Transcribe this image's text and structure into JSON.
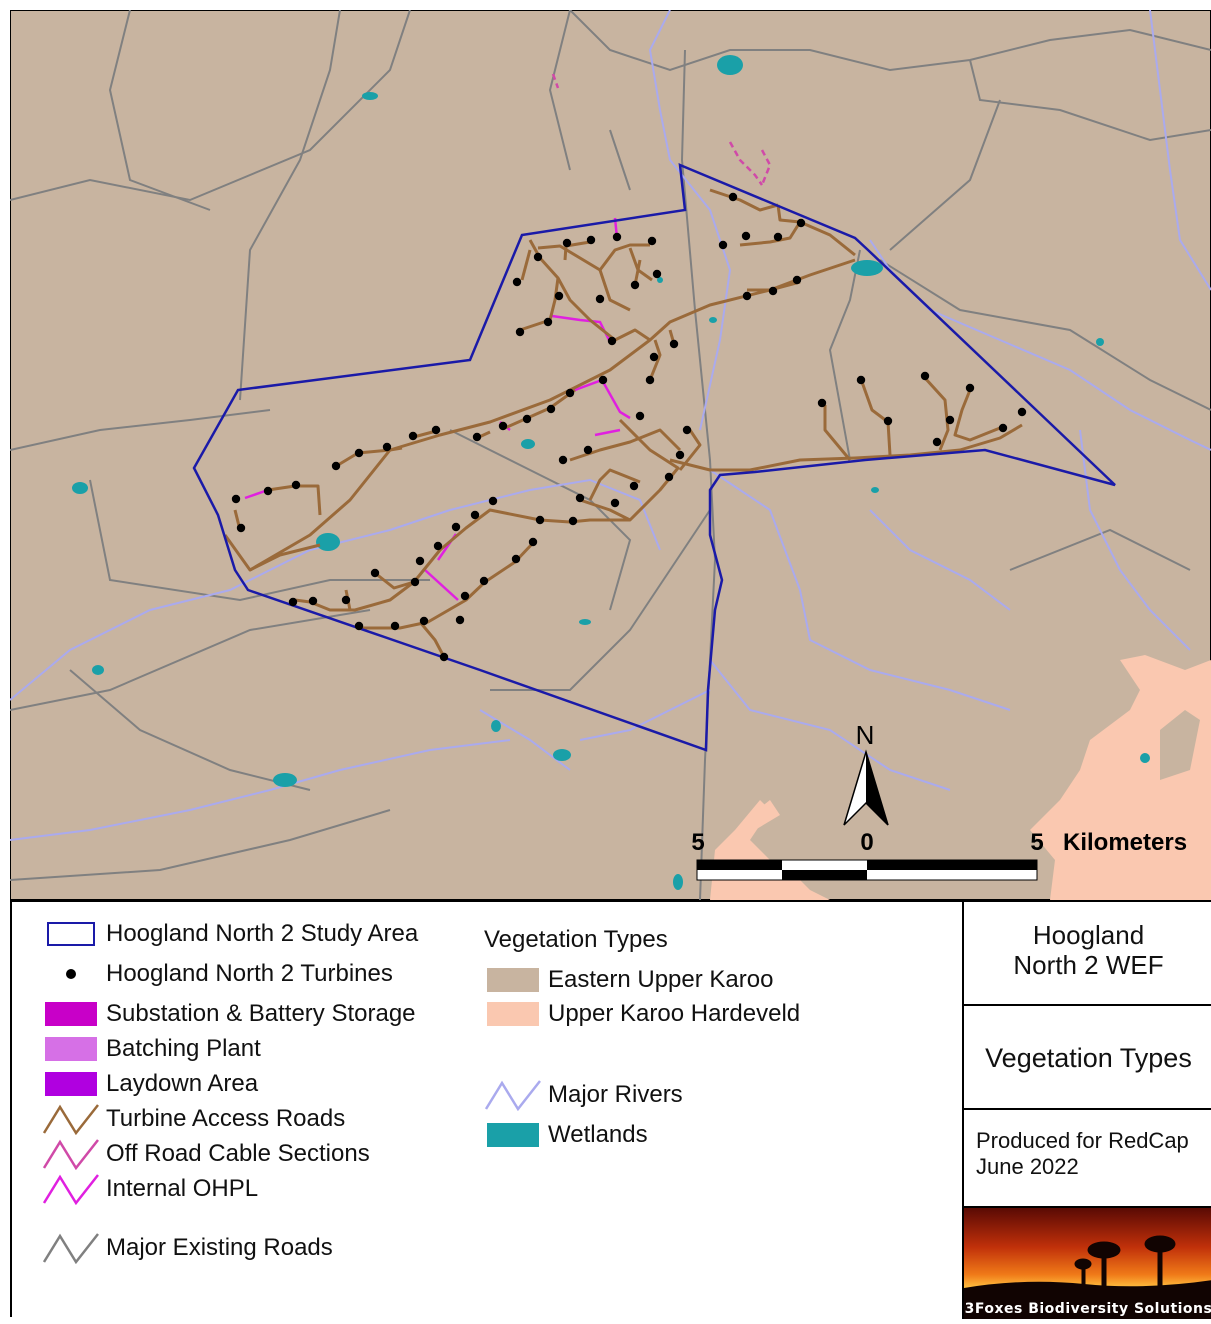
{
  "scale_bar": {
    "left_label": "5",
    "middle_label": "0",
    "right_label": "5",
    "unit": "Kilometers"
  },
  "north_arrow": {
    "label": "N"
  },
  "legend": {
    "items": [
      {
        "label": "Hoogland North 2 Study Area",
        "symbol": "outline-box",
        "color": "#1a1aa8"
      },
      {
        "label": "Hoogland North 2 Turbines",
        "symbol": "dot",
        "color": "#000000"
      },
      {
        "label": "Substation & Battery Storage",
        "symbol": "fill",
        "color": "#c800c8"
      },
      {
        "label": "Batching Plant",
        "symbol": "fill",
        "color": "#d670e6"
      },
      {
        "label": "Laydown Area",
        "symbol": "fill",
        "color": "#b000e0"
      },
      {
        "label": "Turbine Access Roads",
        "symbol": "line",
        "color": "#9a6a3a"
      },
      {
        "label": "Off Road Cable Sections",
        "symbol": "line",
        "color": "#d04aa8"
      },
      {
        "label": "Internal OHPL",
        "symbol": "line",
        "color": "#e020e0"
      },
      {
        "label": "Major Existing Roads",
        "symbol": "line",
        "color": "#808080"
      }
    ],
    "vegetation_heading": "Vegetation Types",
    "vegetation": [
      {
        "label": "Eastern Upper Karoo",
        "color": "#c8b4a0"
      },
      {
        "label": "Upper Karoo Hardeveld",
        "color": "#fac8b0"
      }
    ],
    "other": [
      {
        "label": "Major Rivers",
        "symbol": "line",
        "color": "#aaaaee"
      },
      {
        "label": "Wetlands",
        "symbol": "fill",
        "color": "#1aa0a8"
      }
    ]
  },
  "title_block": {
    "project_line1": "Hoogland",
    "project_line2": "North 2 WEF",
    "map_subject": "Vegetation Types",
    "produced_for": "Produced for RedCap",
    "date": "June 2022",
    "logo_text": "3Foxes Biodiversity Solutions"
  },
  "colors": {
    "karoo_fill": "#c8b4a0",
    "hardeveld_fill": "#fac8b0",
    "study_area": "#1a1aa8",
    "access_road": "#9a6a3a",
    "river": "#aaaaee",
    "wetland": "#1aa0a8",
    "existing_road": "#808080"
  }
}
